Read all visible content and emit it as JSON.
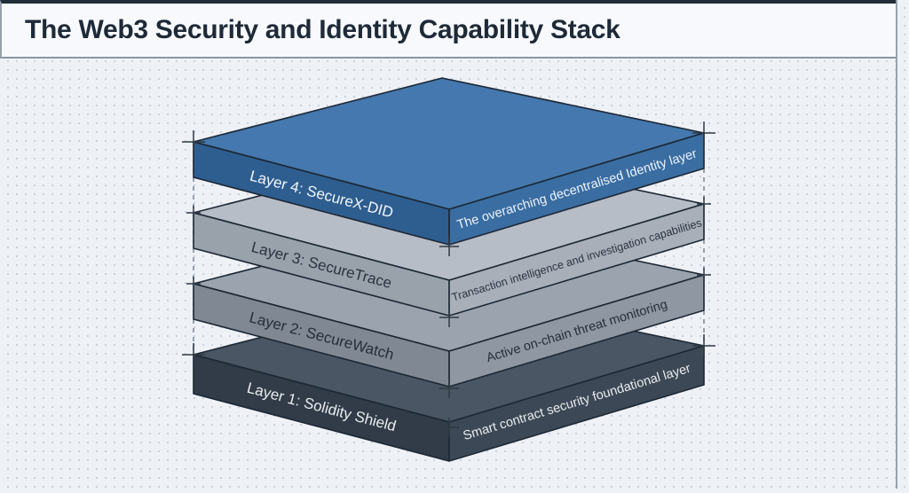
{
  "header": {
    "title": "The Web3 Security and Identity Capability Stack"
  },
  "diagram": {
    "name": "Web3 security and identity capability stack",
    "layers": [
      {
        "id": "layer-4",
        "label": "Layer 4: SecureX-DID",
        "description": "The overarching decentralised Identity layer",
        "colors": {
          "top": "#4478ae",
          "left": "#2e5e90",
          "right": "#3a6da2",
          "label": "#f2f6fa",
          "description_text": "#edf3f9"
        }
      },
      {
        "id": "layer-3",
        "label": "Layer 3: SecureTrace",
        "description": "Transaction intelligence and investigation capabilities",
        "colors": {
          "top": "#b7bdc6",
          "left": "#99a1ab",
          "right": "#a8afb9",
          "label": "#2a333f",
          "description_text": "#2a333f"
        }
      },
      {
        "id": "layer-2",
        "label": "Layer 2: SecureWatch",
        "description": "Active on-chain threat monitoring",
        "colors": {
          "top": "#9ba4ae",
          "left": "#7f8893",
          "right": "#8e97a2",
          "label": "#252e39",
          "description_text": "#252e39"
        }
      },
      {
        "id": "layer-1",
        "label": "Layer 1: Solidity Shield",
        "description": "Smart contract security foundational layer",
        "colors": {
          "top": "#4a5663",
          "left": "#313c48",
          "right": "#3c4855",
          "label": "#e9edf1",
          "description_text": "#e9edf1"
        }
      }
    ],
    "guides": {
      "dash_color": "#7a8592",
      "tick_color": "#2e3945",
      "edge_color": "#1d2835"
    }
  }
}
